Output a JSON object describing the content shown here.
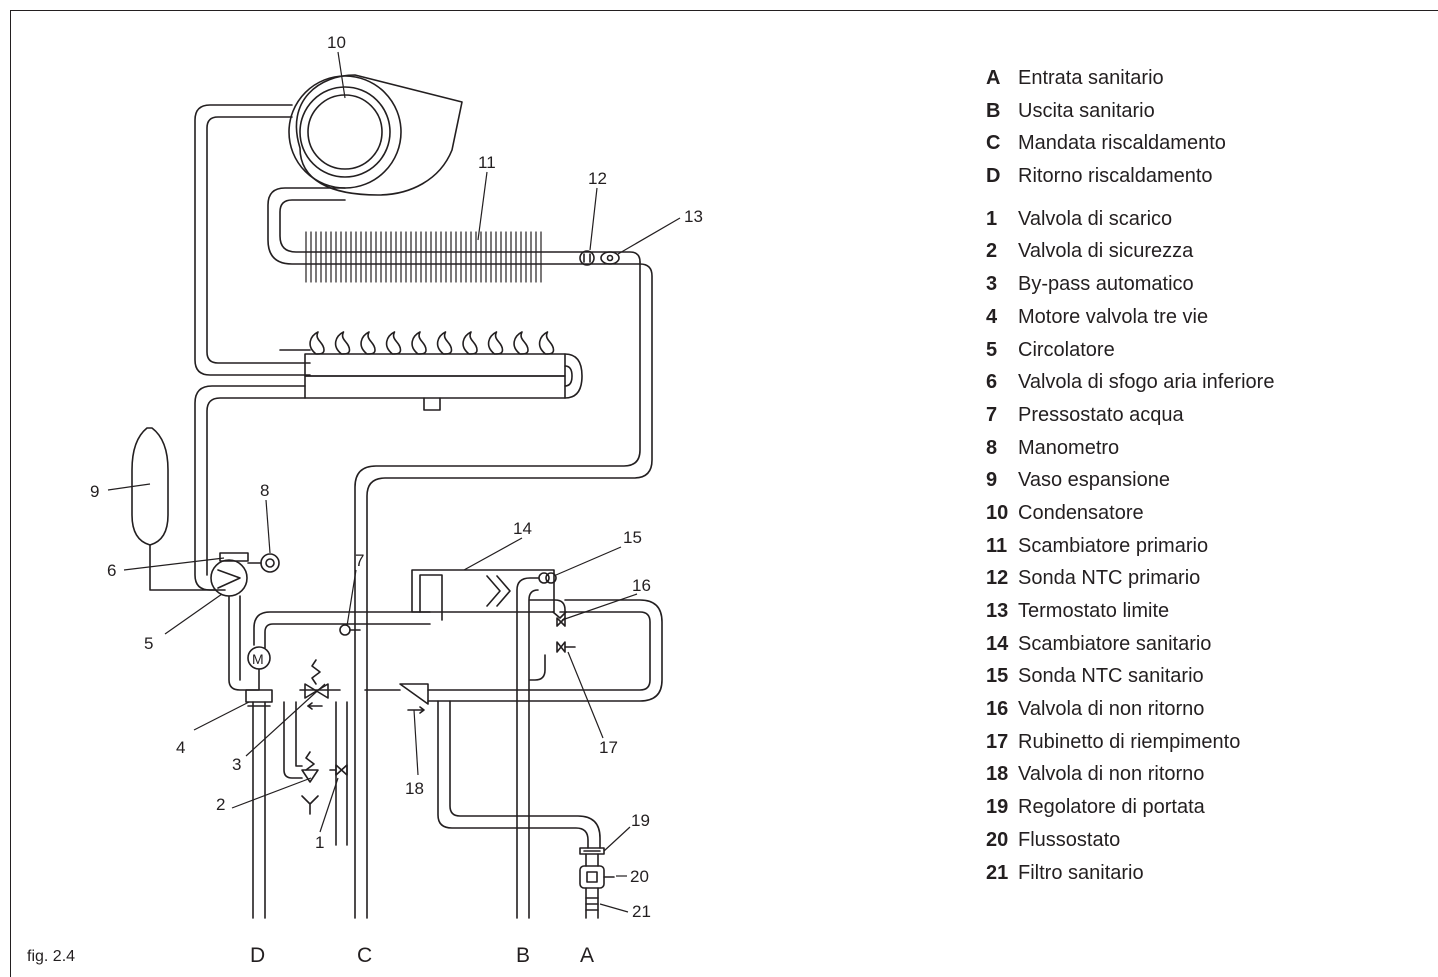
{
  "figure": {
    "caption": "fig. 2.4"
  },
  "connections": [
    "D",
    "C",
    "B",
    "A"
  ],
  "callouts": [
    "1",
    "2",
    "3",
    "4",
    "5",
    "6",
    "7",
    "8",
    "9",
    "10",
    "11",
    "12",
    "13",
    "14",
    "15",
    "16",
    "17",
    "18",
    "19",
    "20",
    "21"
  ],
  "legend": {
    "letters": [
      {
        "key": "A",
        "text": "Entrata sanitario"
      },
      {
        "key": "B",
        "text": "Uscita sanitario"
      },
      {
        "key": "C",
        "text": "Mandata riscaldamento"
      },
      {
        "key": "D",
        "text": "Ritorno riscaldamento"
      }
    ],
    "numbers": [
      {
        "key": "1",
        "text": "Valvola di scarico"
      },
      {
        "key": "2",
        "text": "Valvola di sicurezza"
      },
      {
        "key": "3",
        "text": "By-pass automatico"
      },
      {
        "key": "4",
        "text": "Motore valvola tre vie"
      },
      {
        "key": "5",
        "text": "Circolatore"
      },
      {
        "key": "6",
        "text": "Valvola di sfogo aria inferiore"
      },
      {
        "key": "7",
        "text": "Pressostato acqua"
      },
      {
        "key": "8",
        "text": "Manometro"
      },
      {
        "key": "9",
        "text": "Vaso espansione"
      },
      {
        "key": "10",
        "text": "Condensatore"
      },
      {
        "key": "11",
        "text": "Scambiatore primario"
      },
      {
        "key": "12",
        "text": "Sonda NTC primario"
      },
      {
        "key": "13",
        "text": "Termostato limite"
      },
      {
        "key": "14",
        "text": "Scambiatore sanitario"
      },
      {
        "key": "15",
        "text": "Sonda NTC sanitario"
      },
      {
        "key": "16",
        "text": "Valvola di non ritorno"
      },
      {
        "key": "17",
        "text": "Rubinetto di riempimento"
      },
      {
        "key": "18",
        "text": "Valvola di non ritorno"
      },
      {
        "key": "19",
        "text": "Regolatore di portata"
      },
      {
        "key": "20",
        "text": "Flussostato"
      },
      {
        "key": "21",
        "text": "Filtro sanitario"
      }
    ]
  }
}
